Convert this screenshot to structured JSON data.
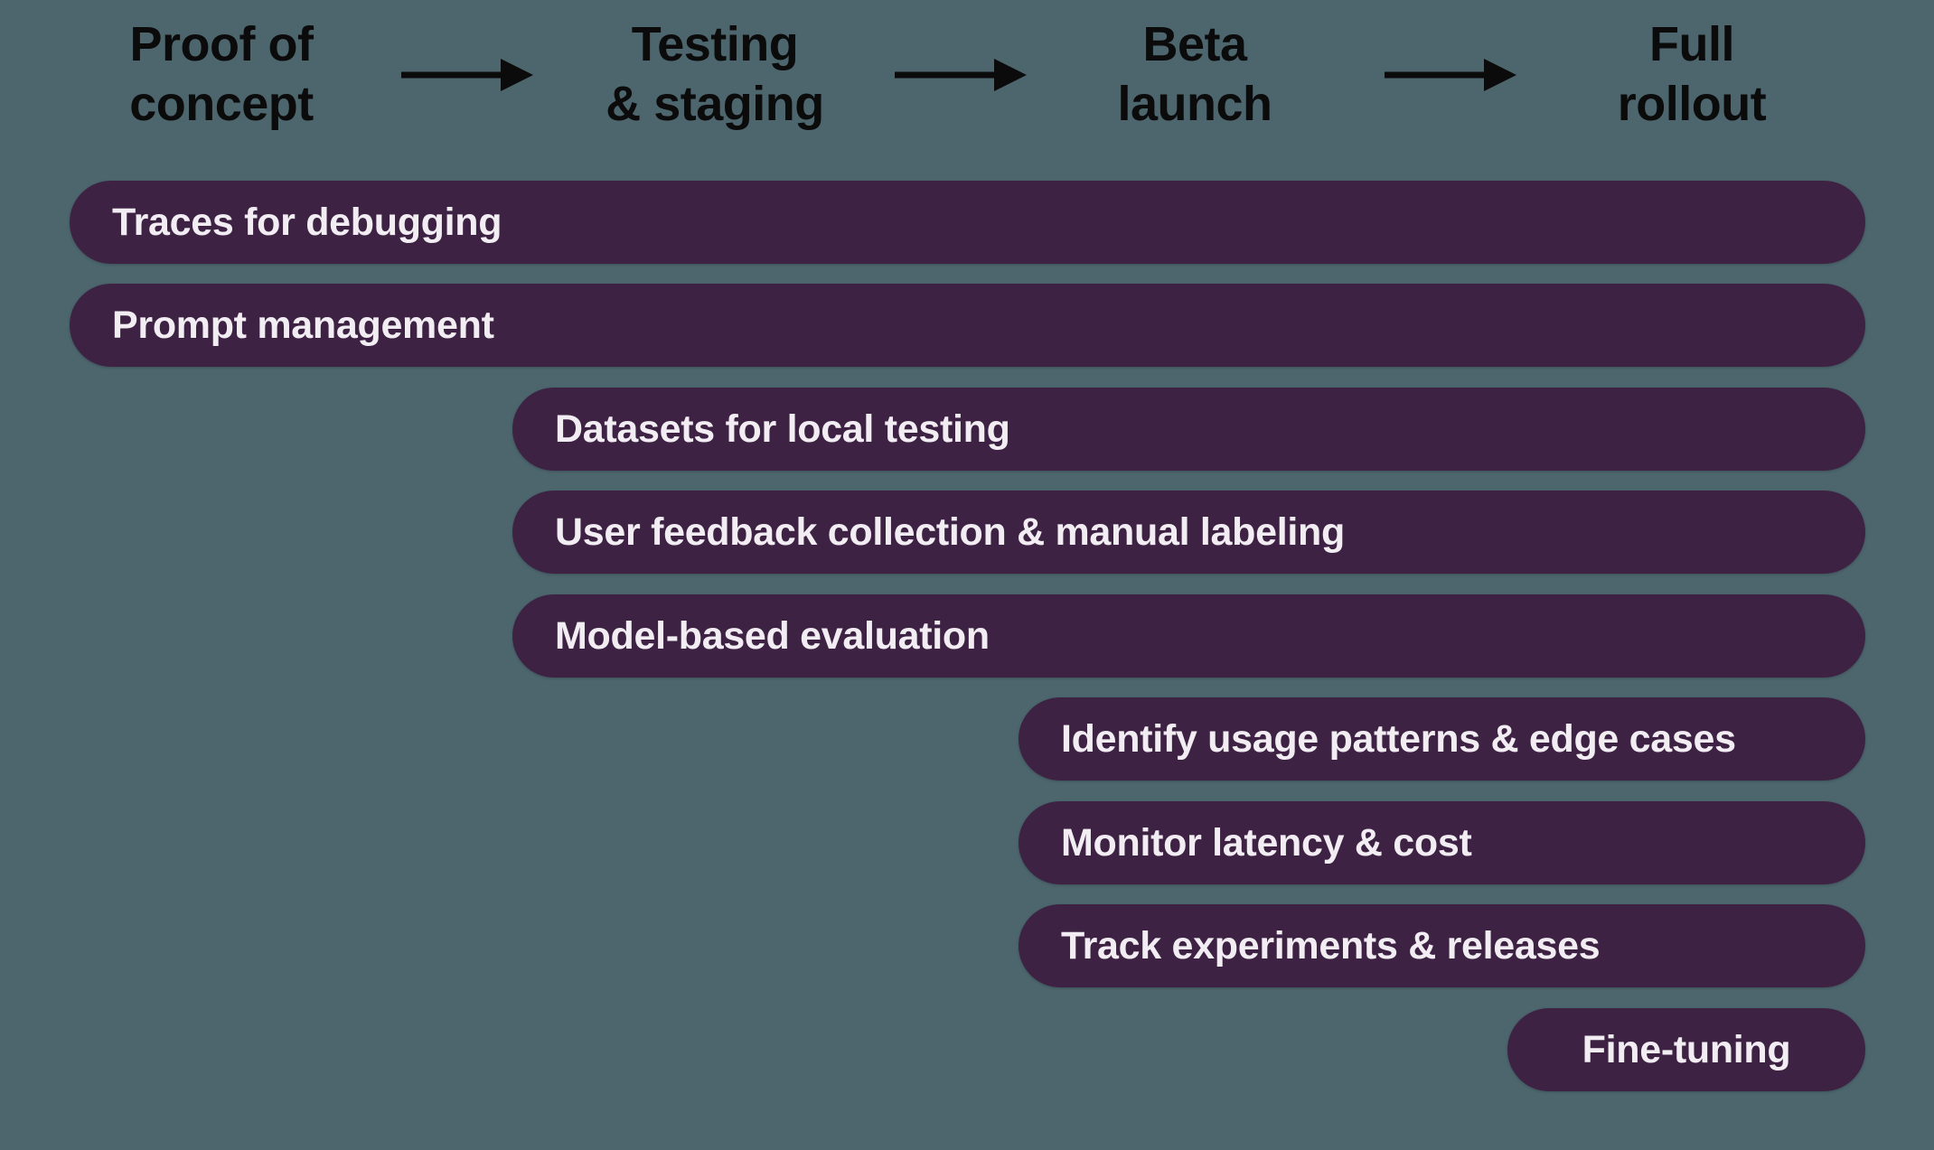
{
  "colors": {
    "background": "#4D666E",
    "bar": "#3E2243",
    "bar_text": "#F2EDF3",
    "header_text": "#0B0B0B",
    "arrow": "#0B0B0B"
  },
  "phases": [
    {
      "line1": "Proof of",
      "line2": "concept"
    },
    {
      "line1": "Testing",
      "line2": "& staging"
    },
    {
      "line1": "Beta",
      "line2": "launch"
    },
    {
      "line1": "Full",
      "line2": "rollout"
    }
  ],
  "bars": [
    {
      "label": "Traces for debugging",
      "starts_under": "Proof of concept"
    },
    {
      "label": "Prompt management",
      "starts_under": "Proof of concept"
    },
    {
      "label": "Datasets for local testing",
      "starts_under": "Testing & staging"
    },
    {
      "label": "User feedback collection & manual labeling",
      "starts_under": "Testing & staging"
    },
    {
      "label": "Model-based evaluation",
      "starts_under": "Testing & staging"
    },
    {
      "label": "Identify usage patterns & edge cases",
      "starts_under": "Beta launch"
    },
    {
      "label": "Monitor latency & cost",
      "starts_under": "Beta launch"
    },
    {
      "label": "Track experiments & releases",
      "starts_under": "Beta launch"
    },
    {
      "label": "Fine-tuning",
      "starts_under": "Full rollout"
    }
  ]
}
